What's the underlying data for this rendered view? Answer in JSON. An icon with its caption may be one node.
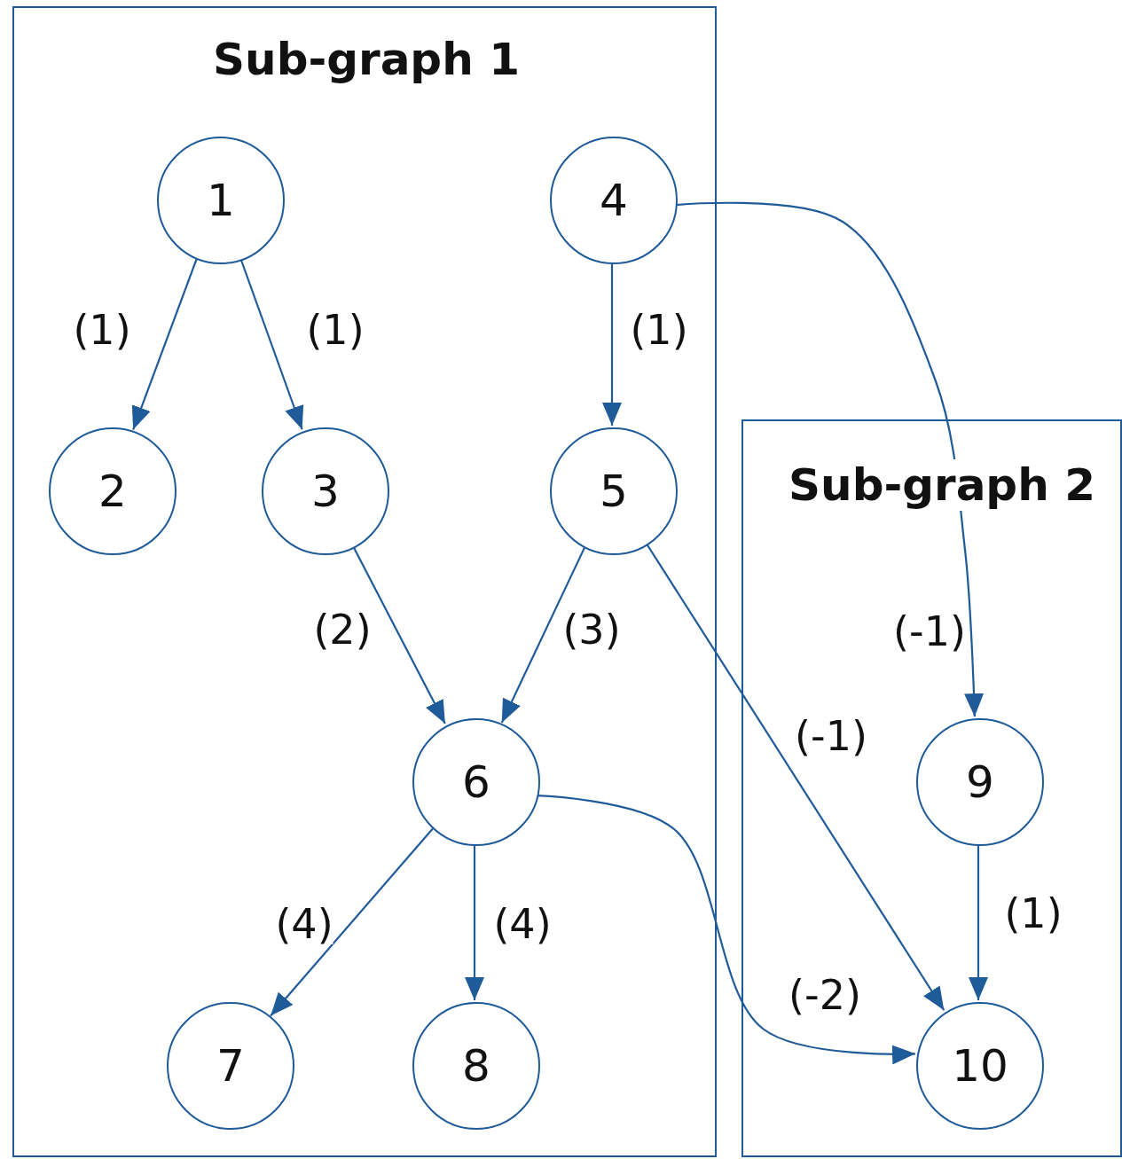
{
  "diagram": {
    "nodes": [
      {
        "text": [
          "Sub-graph 1"
        ]
      },
      {
        "text": [
          "1"
        ],
        "in": 0
      },
      {
        "text": [
          "2"
        ],
        "in": 0
      },
      {
        "text": [
          "3"
        ],
        "in": 0
      },
      {
        "text": [
          "4"
        ],
        "in": 0
      },
      {
        "text": [
          "5"
        ],
        "in": 0
      },
      {
        "text": [
          "6"
        ],
        "in": 0
      },
      {
        "text": [
          "7"
        ],
        "in": 0
      },
      {
        "text": [
          "8"
        ],
        "in": 0
      },
      {
        "text": [
          "Sub-graph 2"
        ]
      },
      {
        "text": [
          "9"
        ],
        "in": 9
      },
      {
        "text": [
          "10"
        ],
        "in": 9
      }
    ],
    "edges": [
      {
        "from": 1,
        "to": 2,
        "arrow": "to",
        "label": "(1)"
      },
      {
        "from": 1,
        "to": 3,
        "arrow": "to",
        "label": "(1)"
      },
      {
        "from": 4,
        "to": 5,
        "arrow": "to",
        "label": "(1)"
      },
      {
        "from": 3,
        "to": 6,
        "arrow": "to",
        "label": "(2)"
      },
      {
        "from": 5,
        "to": 6,
        "arrow": "to",
        "label": "(3)"
      },
      {
        "from": 6,
        "to": 7,
        "arrow": "to",
        "label": "(4)"
      },
      {
        "from": 6,
        "to": 8,
        "arrow": "to",
        "label": "(4)"
      },
      {
        "from": 5,
        "to": 11,
        "arrow": "to",
        "label": "(-1)"
      },
      {
        "from": 6,
        "to": 11,
        "arrow": "to",
        "label": "(-2)"
      },
      {
        "from": 10,
        "to": 11,
        "arrow": "to",
        "label": "(1)"
      },
      {
        "from": 4,
        "to": 10,
        "arrow": "to",
        "label": "(-1)"
      }
    ]
  }
}
